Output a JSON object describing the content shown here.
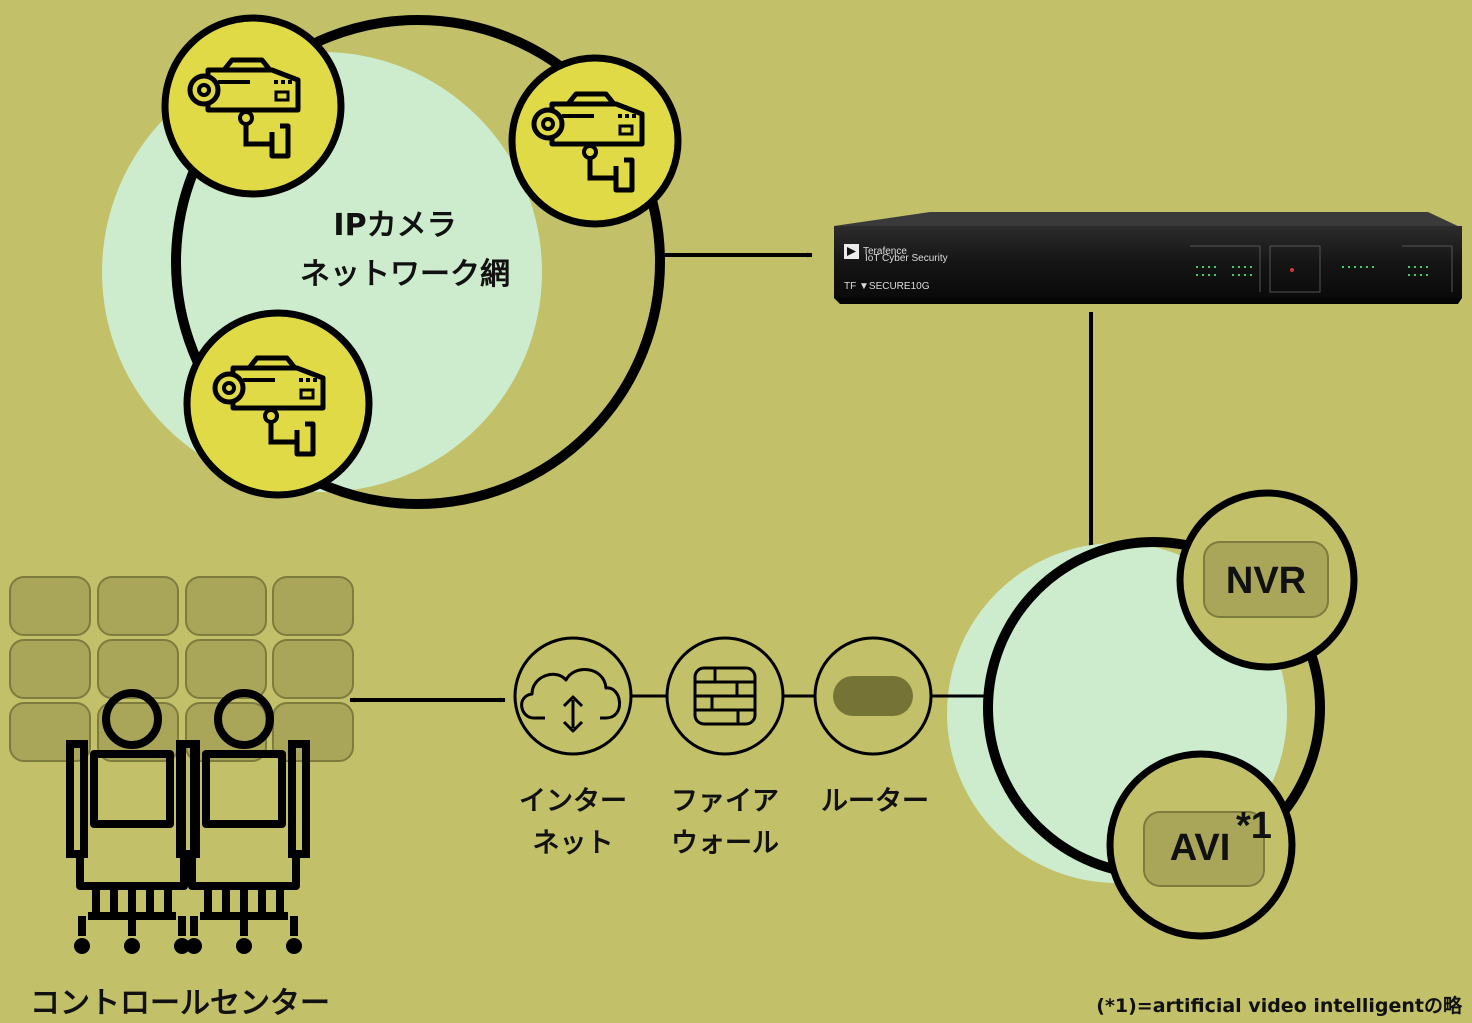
{
  "network_label": {
    "line1": "IPカメラ",
    "line2": "ネットワーク網"
  },
  "device": {
    "brand": "Terafence",
    "sub": "IoT Cyber Security",
    "model": "TF ▼SECURE10G"
  },
  "storage": {
    "nvr": "NVR",
    "avi": "AVI",
    "avi_mark": "*1"
  },
  "path": {
    "internet": {
      "line1": "インター",
      "line2": "ネット"
    },
    "firewall": {
      "line1": "ファイア",
      "line2": "ウォール"
    },
    "router": {
      "line1": "ルーター"
    }
  },
  "control_center": "コントロールセンター",
  "footnote": "(*1)=artificial video intelligentの略",
  "colors": {
    "background": "#c3c06a",
    "light_circle": "#cdeccd",
    "camera_badge": "#e0da46",
    "node_fill": "#c3c06a",
    "monitor_tile": "#a9a65a",
    "stroke": "#000000"
  }
}
